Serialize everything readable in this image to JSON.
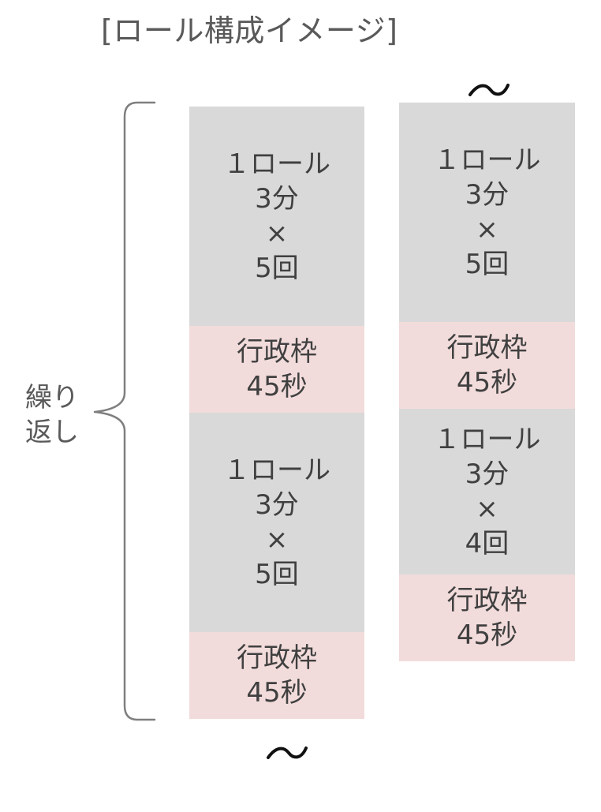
{
  "title": "[ロール構成イメージ]",
  "repeat_label": [
    "繰り",
    "返し"
  ],
  "tilde": "～",
  "columns": [
    {
      "id": "left",
      "blocks": [
        {
          "type": "roll",
          "lines": [
            "１ロール",
            "3分",
            "×",
            "5回"
          ]
        },
        {
          "type": "admin",
          "lines": [
            "行政枠",
            "45秒"
          ]
        },
        {
          "type": "roll",
          "lines": [
            "１ロール",
            "3分",
            "×",
            "5回"
          ]
        },
        {
          "type": "admin",
          "lines": [
            "行政枠",
            "45秒"
          ]
        }
      ]
    },
    {
      "id": "right",
      "blocks": [
        {
          "type": "roll",
          "lines": [
            "１ロール",
            "3分",
            "×",
            "5回"
          ]
        },
        {
          "type": "admin",
          "lines": [
            "行政枠",
            "45秒"
          ]
        },
        {
          "type": "roll",
          "lines": [
            "１ロール",
            "3分",
            "×",
            "4回"
          ]
        },
        {
          "type": "admin",
          "lines": [
            "行政枠",
            "45秒"
          ]
        }
      ]
    }
  ],
  "colors": {
    "roll_fill": "#d9d9d9",
    "admin_fill": "#f2dcdb",
    "text": "#404040",
    "bracket": "#7f7f7f"
  }
}
